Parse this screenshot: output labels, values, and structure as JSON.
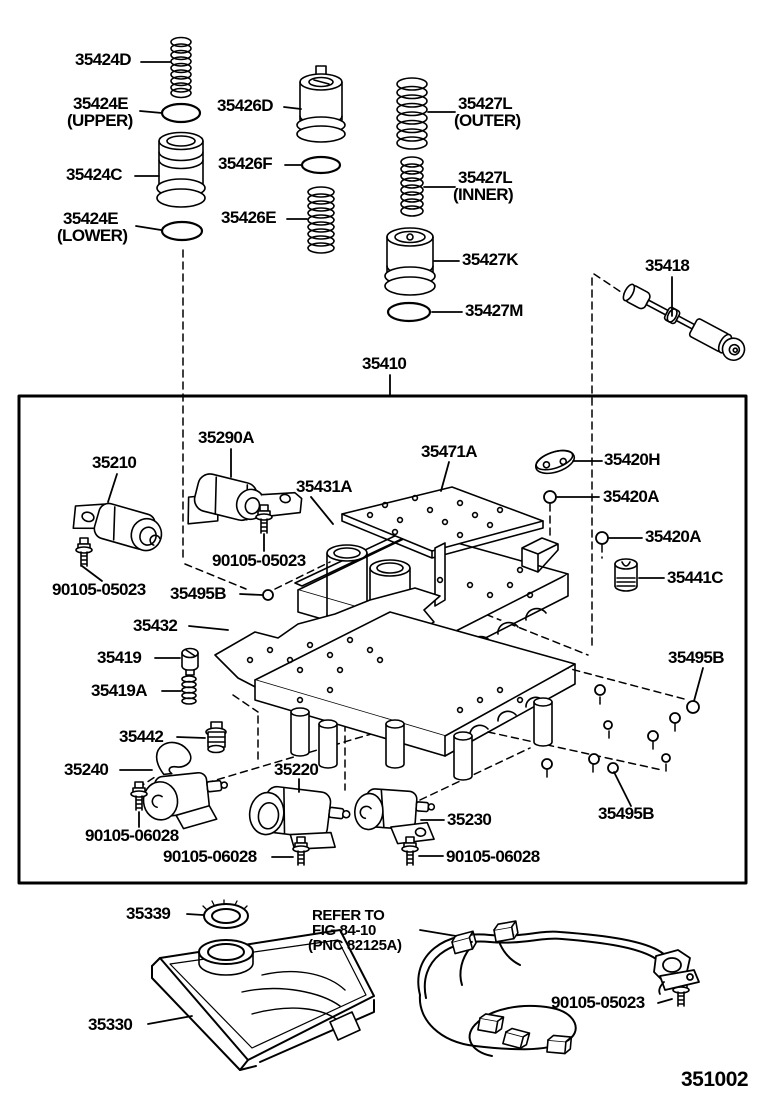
{
  "figure": {
    "number": "351002"
  },
  "assembly": {
    "label": "35410"
  },
  "note": {
    "line1": "REFER TO",
    "line2": "FIG 84-10",
    "line3": "(PNC 82125A)"
  },
  "parts": [
    {
      "label": "35424D"
    },
    {
      "label": "35424E",
      "qualifier": "(UPPER)"
    },
    {
      "label": "35426D"
    },
    {
      "label": "35424C"
    },
    {
      "label": "35426F"
    },
    {
      "label": "35424E",
      "qualifier": "(LOWER)"
    },
    {
      "label": "35426E"
    },
    {
      "label": "35427L",
      "qualifier": "(OUTER)"
    },
    {
      "label": "35427L",
      "qualifier": "(INNER)"
    },
    {
      "label": "35427K"
    },
    {
      "label": "35427M"
    },
    {
      "label": "35418"
    },
    {
      "label": "35210"
    },
    {
      "label": "35290A"
    },
    {
      "label": "90105-05023"
    },
    {
      "label": "90105-05023"
    },
    {
      "label": "35431A"
    },
    {
      "label": "35471A"
    },
    {
      "label": "35420H"
    },
    {
      "label": "35420A"
    },
    {
      "label": "35420A"
    },
    {
      "label": "35441C"
    },
    {
      "label": "35495B"
    },
    {
      "label": "35432"
    },
    {
      "label": "35419"
    },
    {
      "label": "35419A"
    },
    {
      "label": "35442"
    },
    {
      "label": "35240"
    },
    {
      "label": "35220"
    },
    {
      "label": "35230"
    },
    {
      "label": "35495B"
    },
    {
      "label": "35495B"
    },
    {
      "label": "90105-06028"
    },
    {
      "label": "90105-06028"
    },
    {
      "label": "90105-06028"
    },
    {
      "label": "35339"
    },
    {
      "label": "35330"
    },
    {
      "label": "90105-05023"
    }
  ],
  "colors": {
    "line": "#000000",
    "background": "#ffffff"
  }
}
